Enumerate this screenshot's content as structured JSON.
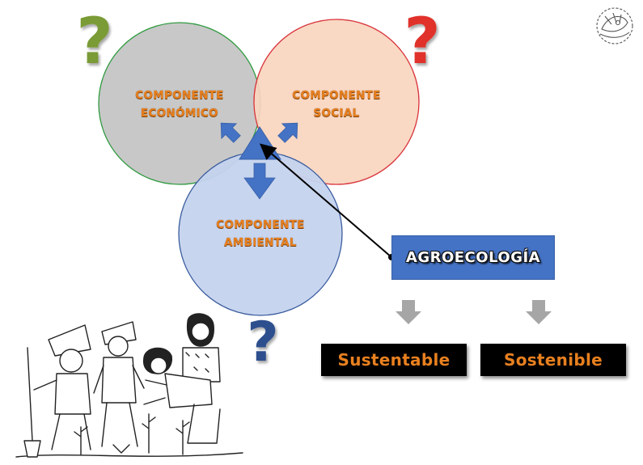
{
  "components": [
    {
      "line1": "COMPONENTE",
      "line2": "ECONÓMICO",
      "fill": "#c8c8c8",
      "stroke": "#2e9a3e"
    },
    {
      "line1": "COMPONENTE",
      "line2": "SOCIAL",
      "fill": "#f8d5bf",
      "stroke": "#d9343a"
    },
    {
      "line1": "COMPONENTE",
      "line2": "AMBIENTAL",
      "fill": "#c5d3ee",
      "stroke": "#3a5c9e"
    }
  ],
  "agroecology_label": "AGROECOLOGÍA",
  "outcomes": [
    "Sustentable",
    "Sostenible"
  ],
  "colors": {
    "label_orange": "#e8801f",
    "arrow_blue": "#4472c4",
    "question_green": "#7a9b34",
    "question_red": "#e0312a",
    "question_blue": "#2d4f8e",
    "down_arrow_gray": "#a6a6a6"
  }
}
